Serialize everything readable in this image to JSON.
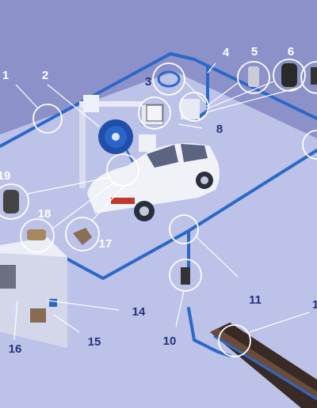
{
  "colors": {
    "wall": "#8f95cc",
    "floor": "#bcc2e8",
    "pipe": "#2d68c8",
    "label_navy": "#26337a",
    "label_white": "#ffffff"
  },
  "callouts": [
    {
      "id": "c1",
      "label": "1"
    },
    {
      "id": "c2",
      "label": "2"
    },
    {
      "id": "c3",
      "label": "3"
    },
    {
      "id": "c4",
      "label": "4"
    },
    {
      "id": "c5",
      "label": "5"
    },
    {
      "id": "c6",
      "label": "6"
    },
    {
      "id": "c8",
      "label": "8"
    },
    {
      "id": "c10",
      "label": "10"
    },
    {
      "id": "c11",
      "label": "11"
    },
    {
      "id": "c14",
      "label": "14"
    },
    {
      "id": "c15",
      "label": "15"
    },
    {
      "id": "c16",
      "label": "16"
    },
    {
      "id": "c17",
      "label": "17"
    },
    {
      "id": "c18",
      "label": "18"
    },
    {
      "id": "c19",
      "label": "19"
    }
  ],
  "partial_labels": {
    "c1_right": "1"
  }
}
